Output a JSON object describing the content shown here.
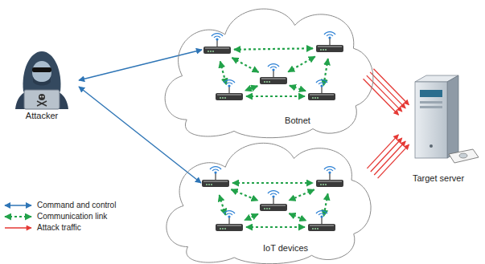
{
  "diagram": {
    "nodes": [
      {
        "text": [
          "Attacker"
        ]
      },
      {
        "text": [
          "Botnet"
        ]
      },
      {
        "text": [
          "Target server"
        ]
      },
      {
        "text": [
          "IoT devices"
        ]
      }
    ],
    "edges": [
      {
        "from": 0,
        "to": 1,
        "arrow": "both"
      },
      {
        "from": 0,
        "to": 3,
        "arrow": "both"
      },
      {
        "from": 1,
        "to": 2,
        "arrow": "to"
      },
      {
        "from": 3,
        "to": 2,
        "arrow": "to"
      }
    ],
    "legend": [
      {
        "text": "Command and control"
      },
      {
        "text": "Communication link"
      },
      {
        "text": "Attack traffic"
      }
    ]
  }
}
